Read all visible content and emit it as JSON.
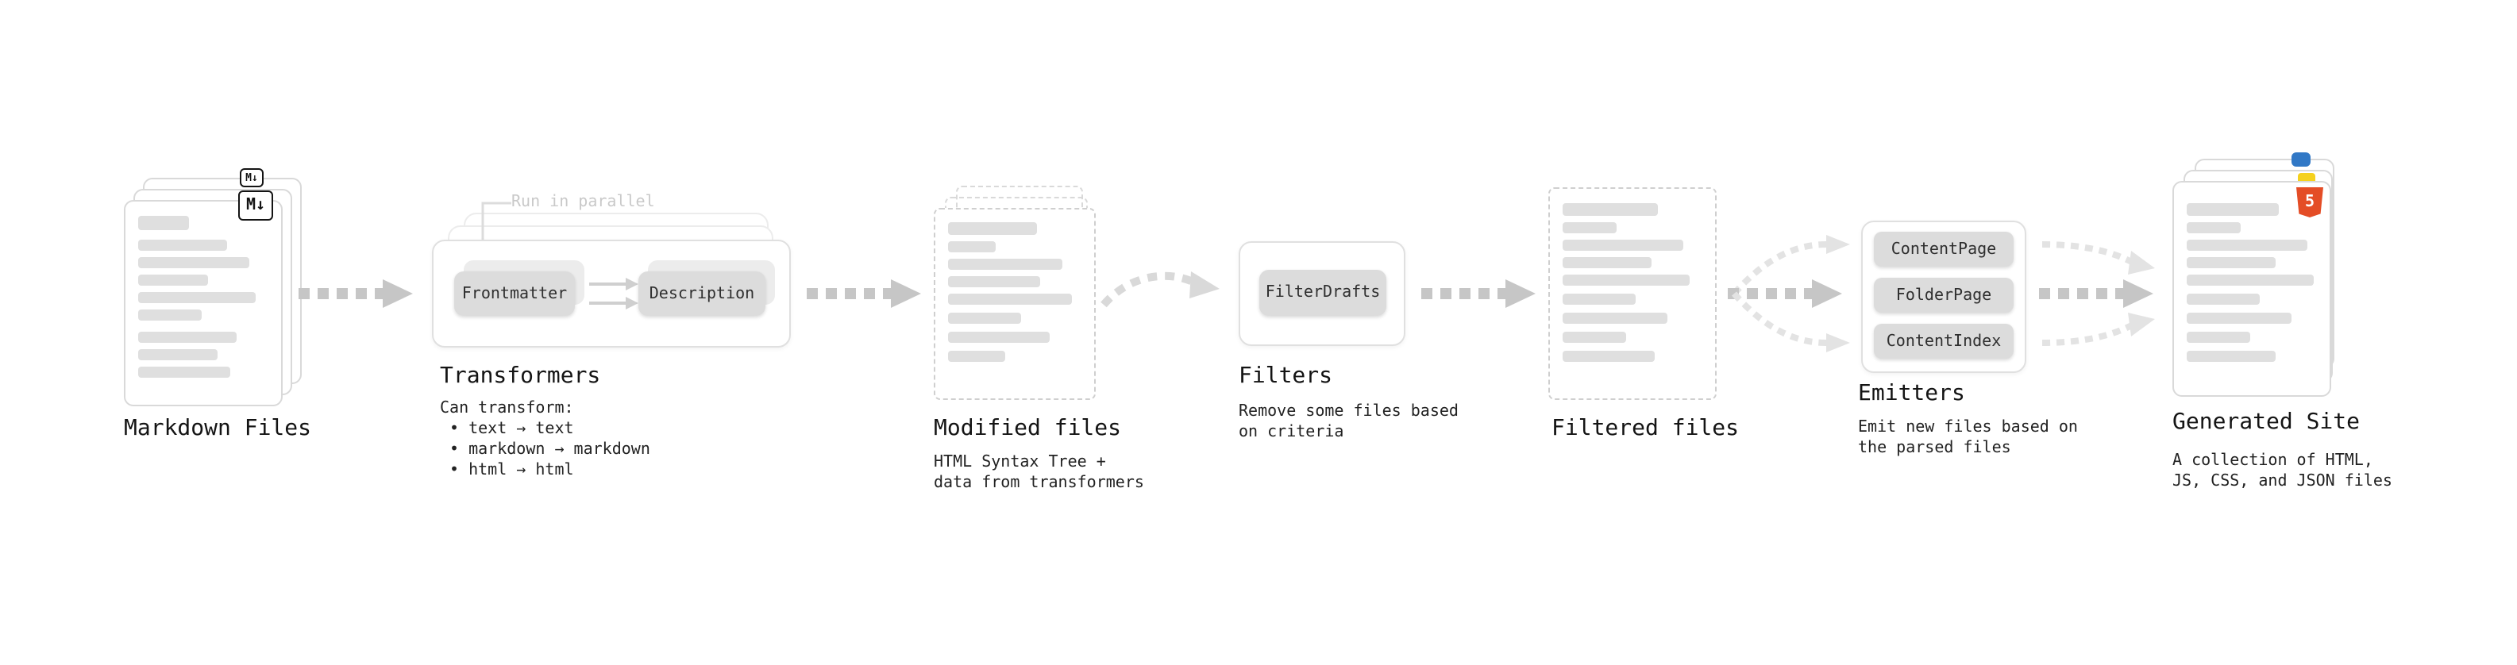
{
  "colors": {
    "arrow": "#c6c6c6",
    "arrow_light": "#e3e3e3",
    "chip_bg": "#dcdcdc",
    "placeholder_bar": "#dfdfdf",
    "html5_orange": "#e44d26",
    "js_yellow": "#f5d11e",
    "css_blue": "#3178c6",
    "note_gray": "#c9c9c9"
  },
  "nodes": {
    "markdown_files": {
      "label": "Markdown Files",
      "badge": "M↓"
    },
    "transformers": {
      "label": "Transformers",
      "note": "Run in parallel",
      "chip_a": "Frontmatter",
      "chip_b": "Description",
      "desc_title": "Can transform:",
      "bullets": [
        "• text → text",
        "• markdown → markdown",
        "• html → html"
      ]
    },
    "modified_files": {
      "label": "Modified files",
      "desc1": "HTML Syntax Tree +",
      "desc2": "data from transformers"
    },
    "filters": {
      "label": "Filters",
      "chip": "FilterDrafts",
      "desc1": "Remove some files based",
      "desc2": "on criteria"
    },
    "filtered_files": {
      "label": "Filtered files"
    },
    "emitters": {
      "label": "Emitters",
      "chips": [
        "ContentPage",
        "FolderPage",
        "ContentIndex"
      ],
      "desc1": "Emit new files based on",
      "desc2": "the parsed files"
    },
    "generated_site": {
      "label": "Generated Site",
      "badge": "5",
      "desc1": "A collection of HTML,",
      "desc2": "JS, CSS, and JSON files"
    }
  }
}
